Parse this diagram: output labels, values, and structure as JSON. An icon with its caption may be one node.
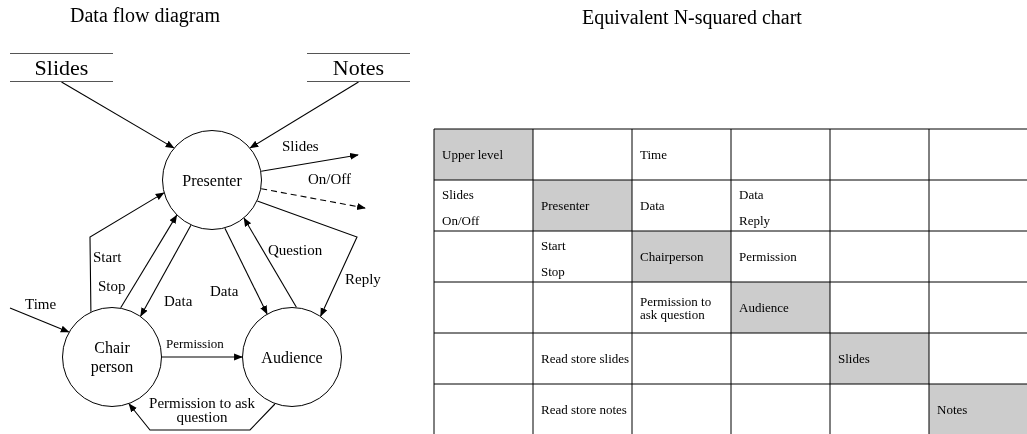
{
  "diagram": {
    "title": "Data flow diagram",
    "nodes": [
      {
        "text": [
          "Slides"
        ]
      },
      {
        "text": [
          "Notes"
        ]
      },
      {
        "text": [
          "Presenter"
        ]
      },
      {
        "text": [
          "Chair person"
        ]
      },
      {
        "text": [
          "Audience"
        ]
      }
    ],
    "edges": [
      {
        "from": 0,
        "to": 2,
        "arrow": "to"
      },
      {
        "from": 1,
        "to": 2,
        "arrow": "to"
      },
      {
        "from": 2,
        "to": null,
        "arrow": "to",
        "label": "Slides"
      },
      {
        "from": 2,
        "to": null,
        "arrow": "to",
        "label": "On/Off",
        "style": "dashed"
      },
      {
        "from": null,
        "to": 3,
        "arrow": "to",
        "label": "Time"
      },
      {
        "from": 3,
        "to": 2,
        "arrow": "to",
        "label": "Start"
      },
      {
        "from": 3,
        "to": 2,
        "arrow": "to",
        "label": "Stop"
      },
      {
        "from": 2,
        "to": 3,
        "arrow": "to",
        "label": "Data"
      },
      {
        "from": 2,
        "to": 4,
        "arrow": "to",
        "label": "Data"
      },
      {
        "from": 4,
        "to": 2,
        "arrow": "to",
        "label": "Question"
      },
      {
        "from": 2,
        "to": 4,
        "arrow": "to",
        "label": "Reply"
      },
      {
        "from": 3,
        "to": 4,
        "arrow": "to",
        "label": "Permission"
      },
      {
        "from": 4,
        "to": 3,
        "arrow": "to",
        "label": "Permission to ask question"
      }
    ],
    "labels": [
      "Equivalent N-squared chart",
      "Upper level",
      "Time",
      "Slides",
      "On/Off",
      "Presenter",
      "Data",
      "Data",
      "Reply",
      "Start",
      "Stop",
      "Chairperson",
      "Permission",
      "Permission to ask question",
      "Audience",
      "Read store slides",
      "Slides",
      "Read store notes",
      "Notes"
    ]
  }
}
